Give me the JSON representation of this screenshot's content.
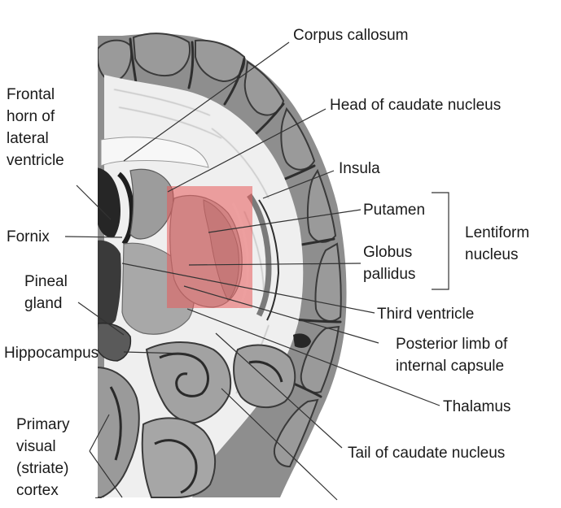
{
  "colors": {
    "background": "#ffffff",
    "white_matter": "#f1f1f1",
    "gray_matter": "#8e8e8e",
    "sulcus": "#3a3a3a",
    "ventricle": "#262626",
    "highlight": "#e85a5a",
    "label_text": "#1a1a1a",
    "leader_line": "#333333"
  },
  "labels": {
    "frontal_horn": [
      "Frontal",
      "horn of",
      "lateral",
      "ventricle"
    ],
    "fornix": "Fornix",
    "pineal_gland": [
      "Pineal",
      "gland"
    ],
    "hippocampus": "Hippocampus",
    "primary_visual_cortex": [
      "Primary",
      "visual",
      "(striate)",
      "cortex"
    ],
    "corpus_callosum": "Corpus callosum",
    "head_caudate": "Head of caudate nucleus",
    "insula": "Insula",
    "putamen": "Putamen",
    "globus_pallidus": [
      "Globus",
      "pallidus"
    ],
    "lentiform_nucleus": [
      "Lentiform",
      "nucleus"
    ],
    "third_ventricle": "Third ventricle",
    "posterior_limb": [
      "Posterior limb of",
      "internal capsule"
    ],
    "thalamus": "Thalamus",
    "tail_caudate": "Tail of caudate nucleus"
  }
}
